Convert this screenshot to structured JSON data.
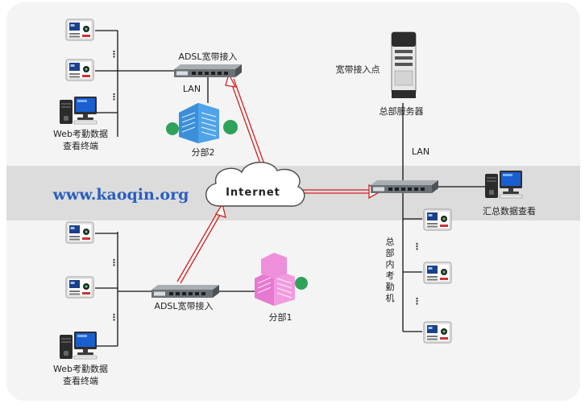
{
  "website": "www.kaoqin.org",
  "cloud_label": "Internet",
  "labels": {
    "web_terminal_top": [
      "Web考勤数据",
      "查看终端"
    ],
    "web_terminal_bottom": [
      "Web考勤数据",
      "查看终端"
    ],
    "adsl_top": "ADSL宽带接入",
    "adsl_bottom": "ADSL宽带接入",
    "lan_branch2": "LAN",
    "branch2": "分部2",
    "branch1": "分部1",
    "broadband_point": "宽带接入点",
    "hq_server": "总部服务器",
    "lan_hq": "LAN",
    "summary_view": "汇总数据查看",
    "hq_attendance": [
      "总",
      "部",
      "内",
      "考",
      "勤",
      "机"
    ]
  },
  "ellipsis": "⋮",
  "colors": {
    "background": "#f4f4f4",
    "band": "#dcdcdc",
    "red_arrow": "#d42020",
    "branch2_building": "#3b8fd8",
    "branch1_building": "#e57ad0",
    "tree": "#2fa25a",
    "website_text": "#2a5fbf"
  },
  "icons": [
    "attendance-terminal-icon",
    "computer-icon",
    "network-switch-icon",
    "server-tower-icon",
    "office-building-icon",
    "cloud-icon"
  ]
}
